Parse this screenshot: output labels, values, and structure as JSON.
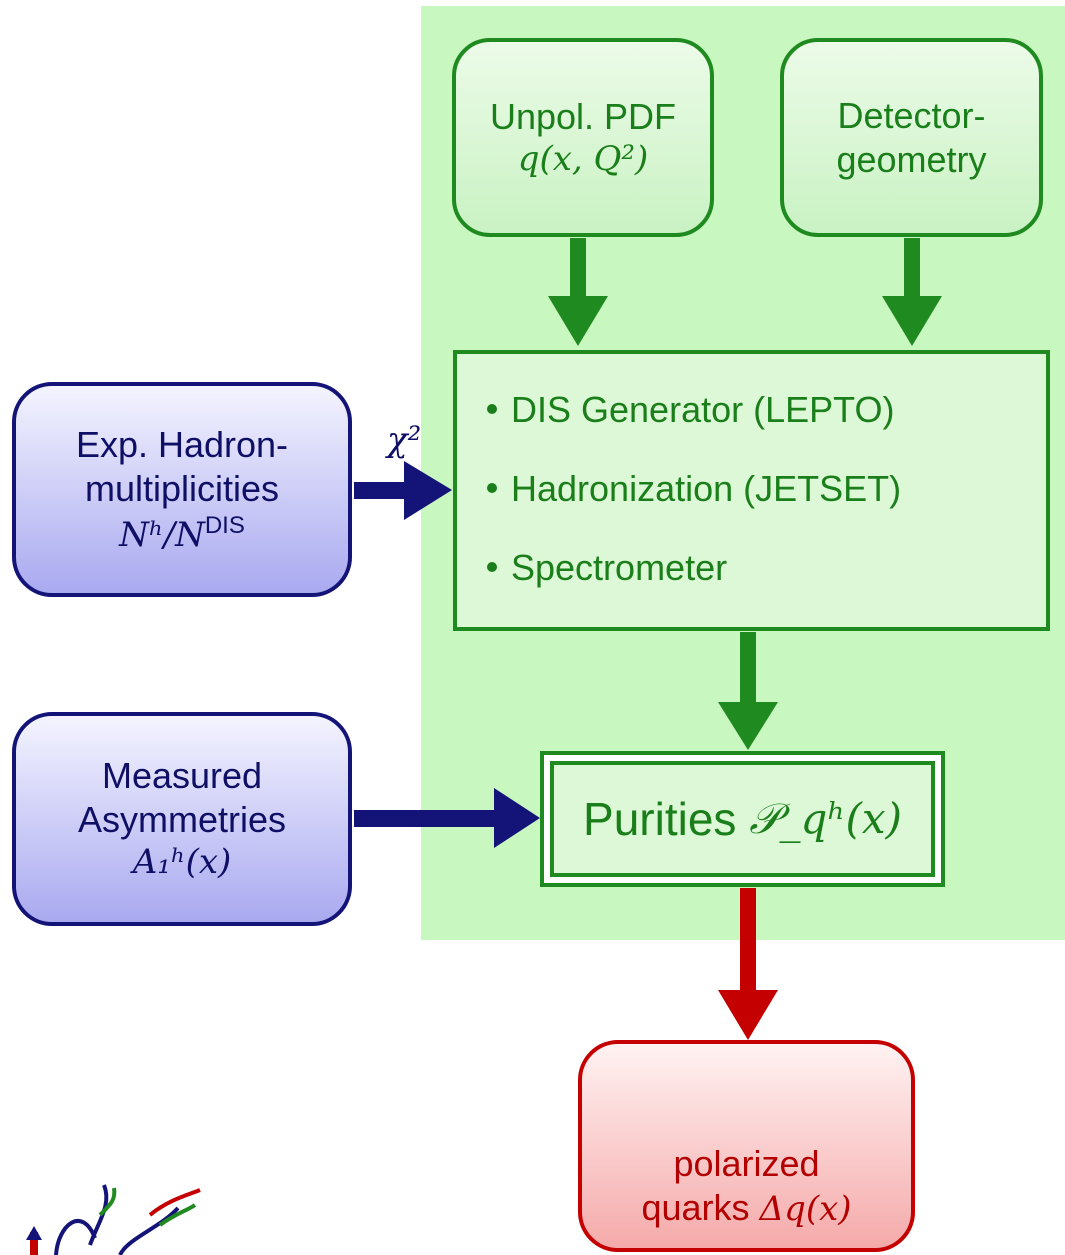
{
  "boxes": {
    "unpol_pdf": {
      "line1": "Unpol. PDF",
      "math": "q(x, Q²)"
    },
    "detector": {
      "line1": "Detector-",
      "line2": "geometry"
    },
    "generator": {
      "items": [
        "DIS Generator (LEPTO)",
        "Hadronization (JETSET)",
        "Spectrometer"
      ]
    },
    "hadron": {
      "line1": "Exp. Hadron-",
      "line2": "multiplicities",
      "math": "Nʰ/N",
      "sup": "DIS"
    },
    "chi_label": "χ²",
    "asym": {
      "line1": "Measured",
      "line2": "Asymmetries",
      "math": "A₁ʰ(x)"
    },
    "purities": {
      "label": "Purities",
      "math": "𝒫_qʰ(x)"
    },
    "polarized": {
      "line1": "polarized",
      "line2": "quarks",
      "math": "Δq(x)"
    }
  },
  "colors": {
    "green": "#1f8a1f",
    "blue": "#141478",
    "red": "#c40000",
    "shade": "#c8f7c0"
  }
}
